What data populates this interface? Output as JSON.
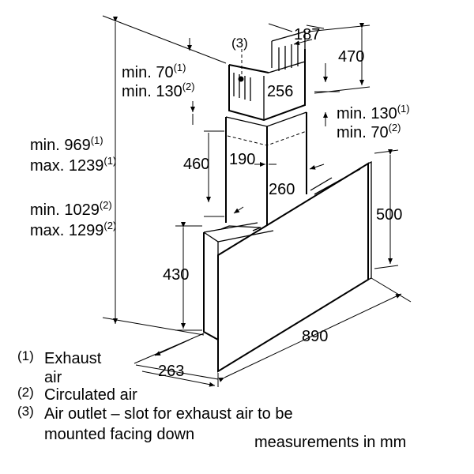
{
  "dimensions": {
    "chimney_top_depth": "187",
    "chimney_top_height": "470",
    "air_outlet_marker": "(3)",
    "upper_min_exhaust": "min. 70",
    "upper_min_exhaust_ref": "(1)",
    "upper_min_circulated": "min. 130",
    "upper_min_circulated_ref": "(2)",
    "chimney_width_upper": "256",
    "lower_min_exhaust": "min. 130",
    "lower_min_exhaust_ref": "(1)",
    "lower_min_circulated": "min. 70",
    "lower_min_circulated_ref": "(2)",
    "total_exhaust_min": "min. 969",
    "total_exhaust_min_ref": "(1)",
    "total_exhaust_max": "max. 1239",
    "total_exhaust_max_ref": "(1)",
    "total_circulated_min": "min. 1029",
    "total_circulated_min_ref": "(2)",
    "total_circulated_max": "max. 1299",
    "total_circulated_max_ref": "(2)",
    "lower_chimney_height": "460",
    "chimney_depth": "190",
    "chimney_width_lower": "260",
    "panel_height": "500",
    "hood_height": "430",
    "hood_width": "890",
    "hood_depth": "263"
  },
  "legend": [
    {
      "mark": "(1)",
      "line1": "Exhaust",
      "line2": "air"
    },
    {
      "mark": "(2)",
      "line1": "Circulated air"
    },
    {
      "mark": "(3)",
      "line1": "Air outlet – slot for exhaust air to be",
      "line2": "mounted facing down"
    }
  ],
  "units_note": "measurements in mm"
}
